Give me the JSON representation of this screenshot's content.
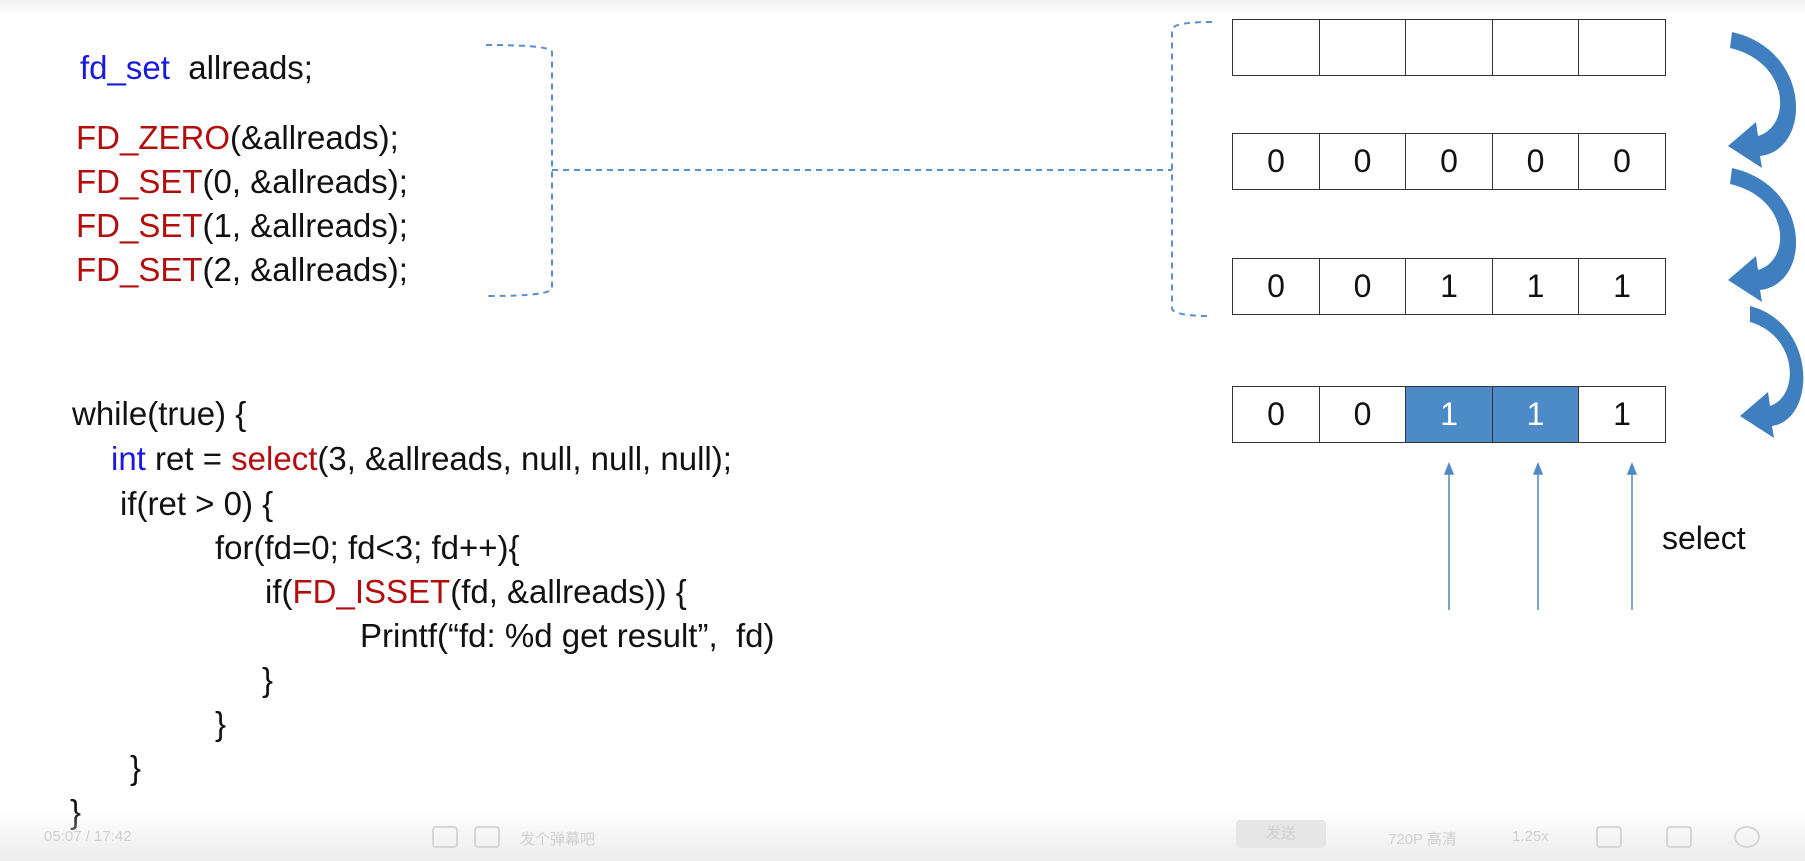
{
  "code_top": {
    "line1_type": "fd_set",
    "line1_rest": "  allreads;",
    "line2_fn": "FD_ZERO",
    "line2_rest": "(&allreads);",
    "line3_fn": "FD_SET",
    "line3_rest": "(0, &allreads);",
    "line4_fn": "FD_SET",
    "line4_rest": "(1, &allreads);",
    "line5_fn": "FD_SET",
    "line5_rest": "(2, &allreads);"
  },
  "code_loop": {
    "l1": "while(true) {",
    "l2_kw": "int",
    "l2_a": " ret = ",
    "l2_fn": "select",
    "l2_b": "(3, &allreads, null, null, null);",
    "l3": "if(ret > 0) {",
    "l4": "for(fd=0; fd<3; fd++){",
    "l5_a": "if(",
    "l5_fn": "FD_ISSET",
    "l5_b": "(fd, &allreads)) {",
    "l6": "Printf(“fd: %d get result”,  fd)",
    "l7": "}",
    "l8": "}",
    "l9": "}",
    "l10": "}"
  },
  "bitmap_rows": [
    {
      "cells": [
        "",
        "",
        "",
        "",
        ""
      ],
      "highlight": [
        false,
        false,
        false,
        false,
        false
      ]
    },
    {
      "cells": [
        "0",
        "0",
        "0",
        "0",
        "0"
      ],
      "highlight": [
        false,
        false,
        false,
        false,
        false
      ]
    },
    {
      "cells": [
        "0",
        "0",
        "1",
        "1",
        "1"
      ],
      "highlight": [
        false,
        false,
        false,
        false,
        false
      ]
    },
    {
      "cells": [
        "0",
        "0",
        "1",
        "1",
        "1"
      ],
      "highlight": [
        false,
        false,
        true,
        true,
        false
      ]
    }
  ],
  "select_label": "select",
  "colors": {
    "keyword_blue": "#1a1adf",
    "function_red": "#b30d0d",
    "highlight_cell": "#4c8ac8",
    "arrow_blue": "#3f7fbf",
    "dashed_blue": "#5b8fd0"
  },
  "player": {
    "time": "05:07 / 17:42",
    "danmu_placeholder": "发个弹幕吧",
    "send_label": "发送",
    "quality": "720P 高清",
    "speed": "1.25x"
  }
}
